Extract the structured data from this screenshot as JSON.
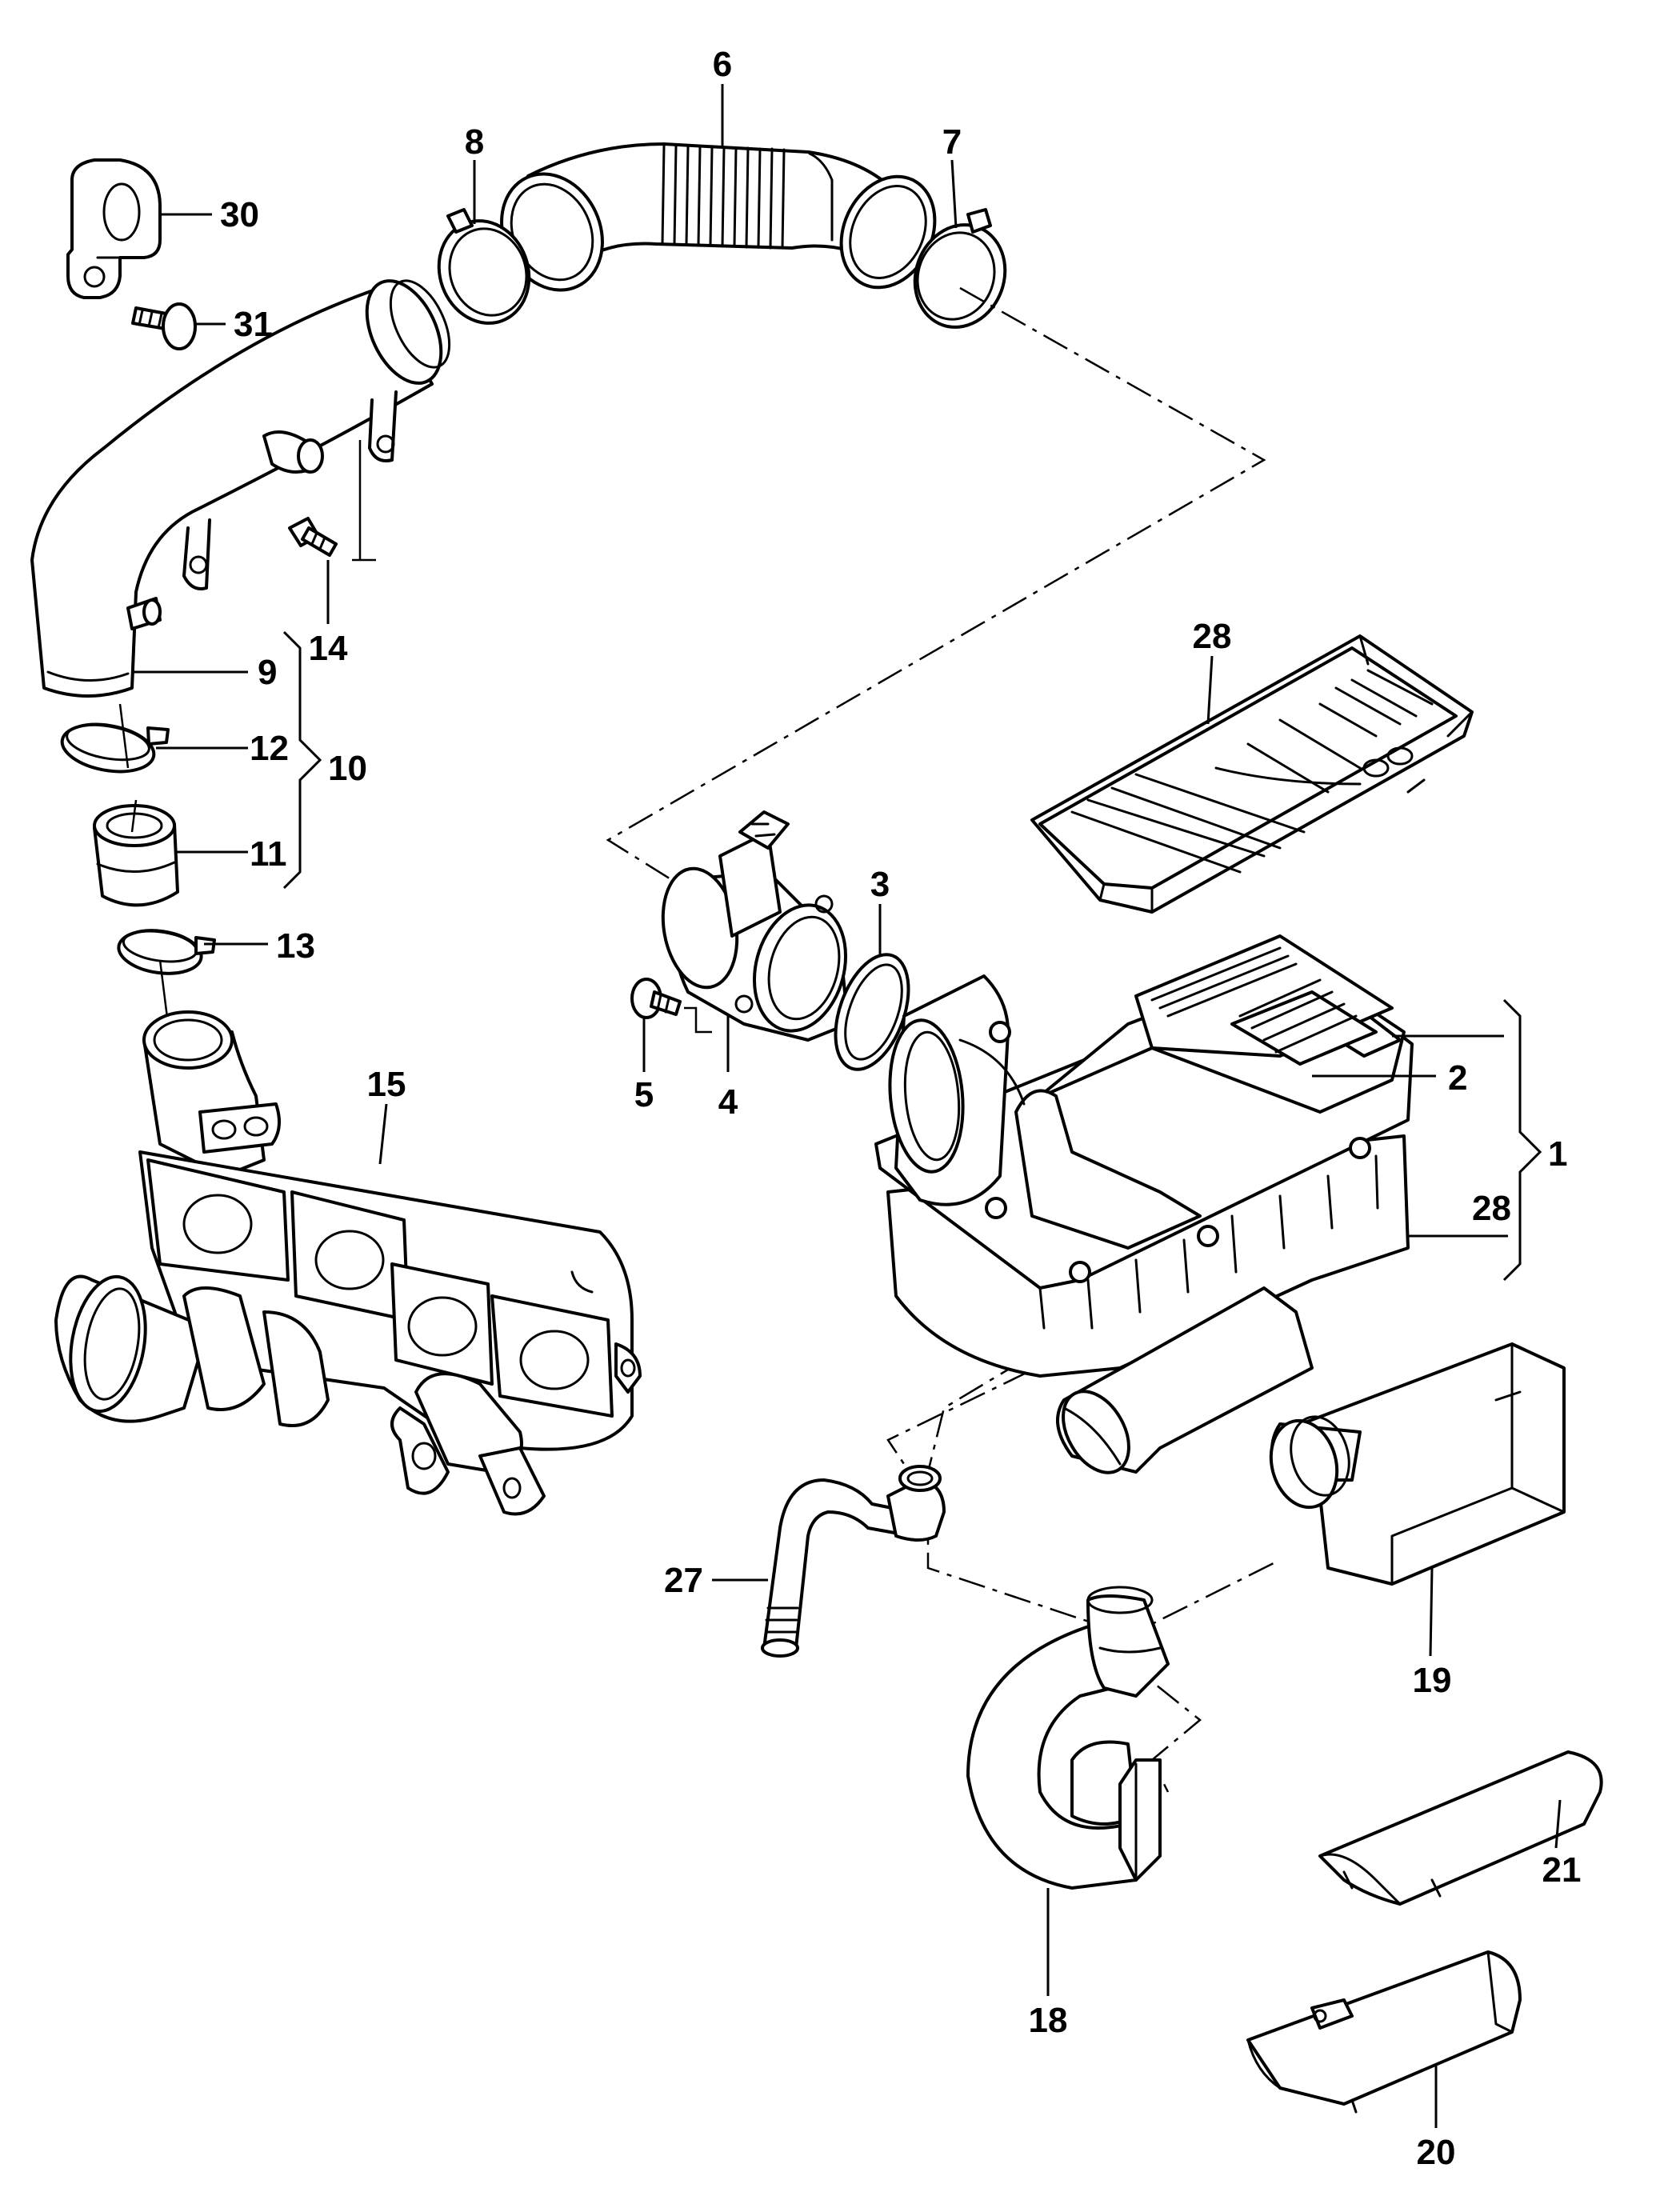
{
  "callouts": [
    {
      "id": "1",
      "text": "1"
    },
    {
      "id": "2",
      "text": "2"
    },
    {
      "id": "3",
      "text": "3"
    },
    {
      "id": "4",
      "text": "4"
    },
    {
      "id": "5",
      "text": "5"
    },
    {
      "id": "6",
      "text": "6"
    },
    {
      "id": "7",
      "text": "7"
    },
    {
      "id": "8",
      "text": "8"
    },
    {
      "id": "9",
      "text": "9"
    },
    {
      "id": "10",
      "text": "10"
    },
    {
      "id": "11",
      "text": "11"
    },
    {
      "id": "12",
      "text": "12"
    },
    {
      "id": "13",
      "text": "13"
    },
    {
      "id": "14",
      "text": "14"
    },
    {
      "id": "15",
      "text": "15"
    },
    {
      "id": "18",
      "text": "18"
    },
    {
      "id": "19",
      "text": "19"
    },
    {
      "id": "20",
      "text": "20"
    },
    {
      "id": "21",
      "text": "21"
    },
    {
      "id": "27",
      "text": "27"
    },
    {
      "id": "28a",
      "text": "28"
    },
    {
      "id": "28b",
      "text": "28"
    },
    {
      "id": "30",
      "text": "30"
    },
    {
      "id": "31",
      "text": "31"
    }
  ]
}
